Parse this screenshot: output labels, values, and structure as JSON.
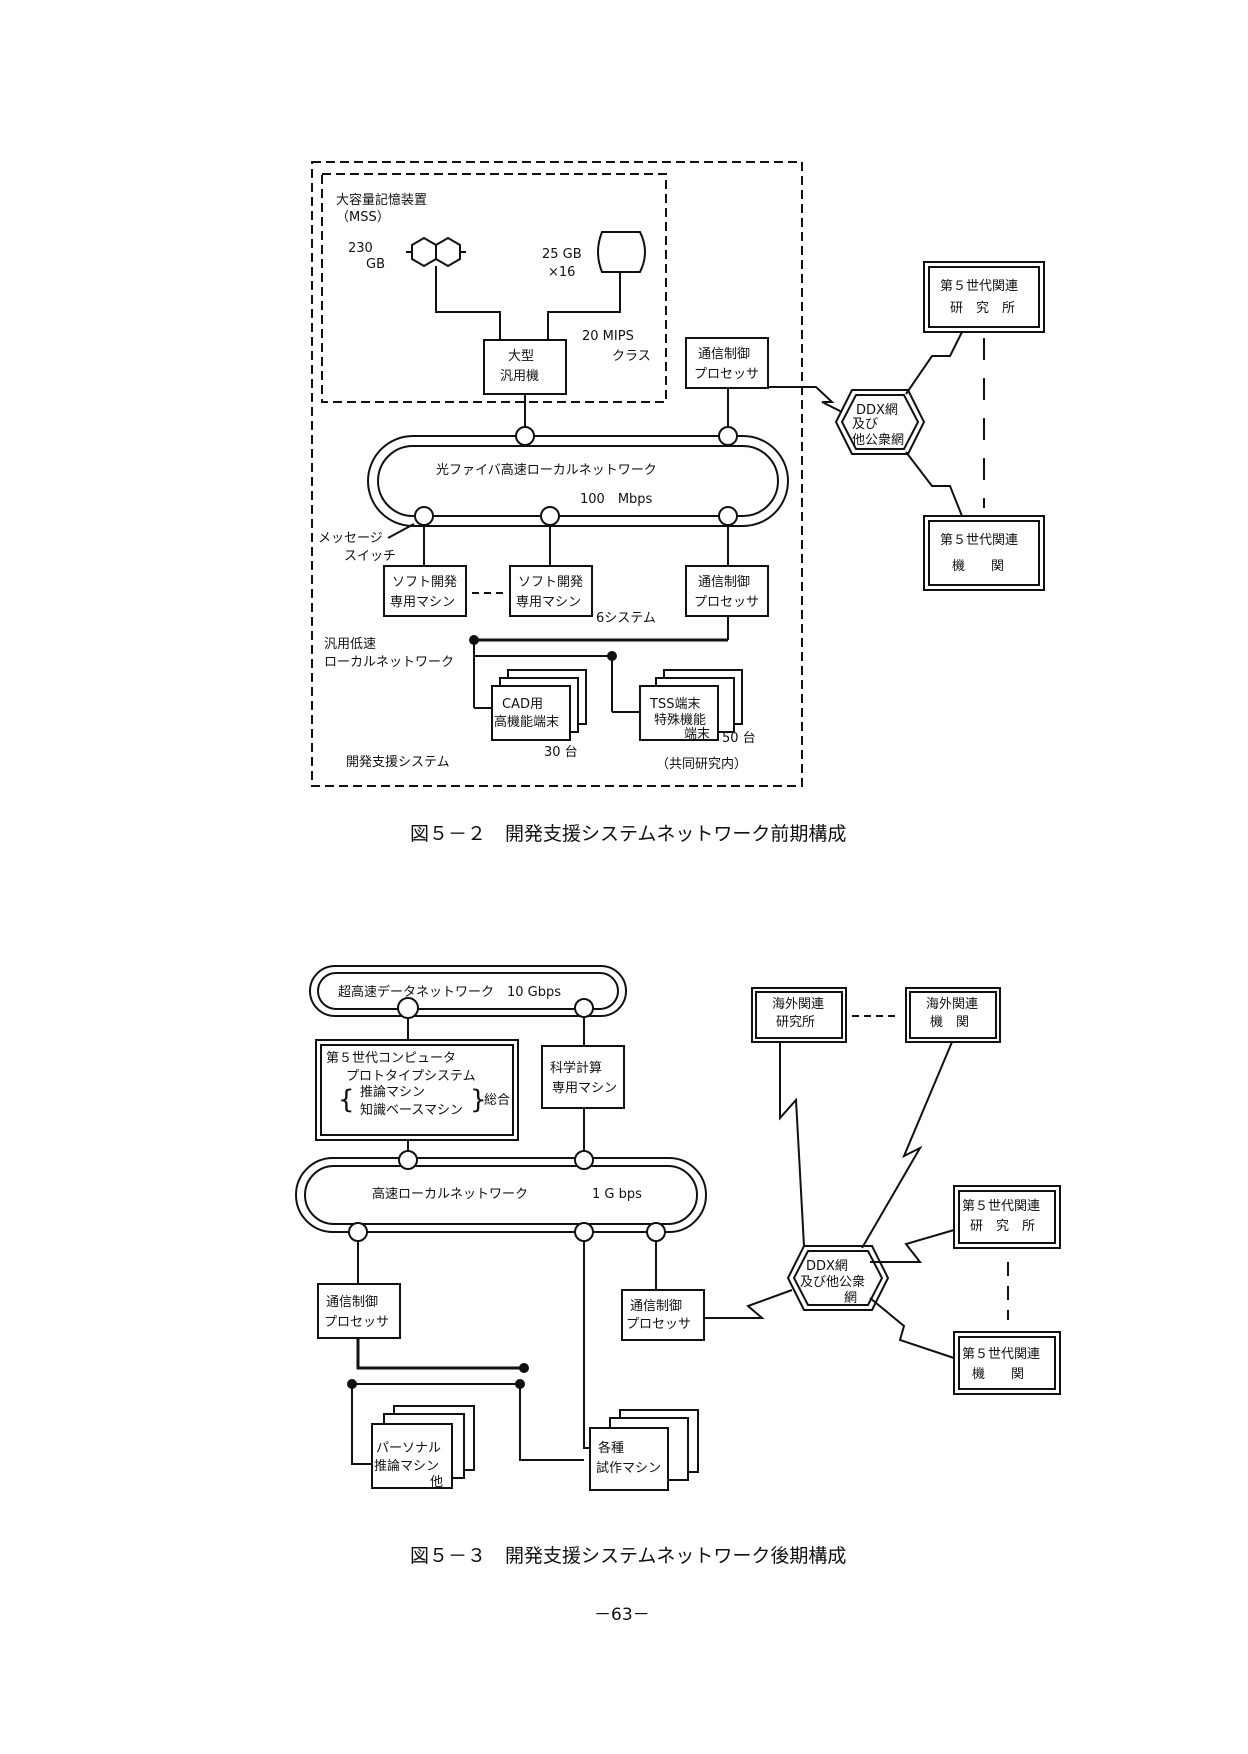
{
  "fig1": {
    "mss_title": "大容量記憶装置",
    "mss_sub": "（MSS）",
    "cap1_a": "230",
    "cap1_b": "GB",
    "cap2_a": "25 GB",
    "cap2_b": "×16",
    "mainframe_1": "大型",
    "mainframe_2": "汎用機",
    "mips_1": "20 MIPS",
    "mips_2": "クラス",
    "comm1_1": "通信制御",
    "comm1_2": "プロセッサ",
    "ring_label": "光ファイバ高速ローカルネットワーク",
    "ring_speed": "100　Mbps",
    "msg_switch_1": "メッセージ",
    "msg_switch_2": "スイッチ",
    "soft1_1": "ソフト開発",
    "soft1_2": "専用マシン",
    "soft2_1": "ソフト開発",
    "soft2_2": "専用マシン",
    "systems": "6システム",
    "comm2_1": "通信制御",
    "comm2_2": "プロセッサ",
    "lowspeed_1": "汎用低速",
    "lowspeed_2": "ローカルネットワーク",
    "cad_1": "CAD用",
    "cad_2": "高機能端末",
    "cad_count": "30 台",
    "tss_1": "TSS端末",
    "tss_2": "特殊機能",
    "tss_3": "端末",
    "tss_count": "50 台",
    "system_label": "開発支援システム",
    "joint": "（共同研究内）",
    "ddx_1": "DDX網",
    "ddx_2": "及び",
    "ddx_3": "他公衆網",
    "lab_1": "第５世代関連",
    "lab_2": "研　究　所",
    "org_1": "第５世代関連",
    "org_2": "機　　関"
  },
  "caption1": "図５－２　開発支援システムネットワーク前期構成",
  "fig2": {
    "superfast": "超高速データネットワーク　10 Gbps",
    "gen5_1": "第５世代コンピュータ",
    "gen5_2": "プロトタイプシステム",
    "gen5_3": "推論マシン",
    "gen5_4": "知識ベースマシン",
    "gen5_5": "総合",
    "sci_1": "科学計算",
    "sci_2": "専用マシン",
    "ring_label": "高速ローカルネットワーク",
    "ring_speed": "1 G bps",
    "comm_l_1": "通信制御",
    "comm_l_2": "プロセッサ",
    "comm_r_1": "通信制御",
    "comm_r_2": "プロセッサ",
    "pc_1": "パーソナル",
    "pc_2": "推論マシン",
    "pc_3": "他",
    "proto_1": "各種",
    "proto_2": "試作マシン",
    "overseas_lab_1": "海外関連",
    "overseas_lab_2": "研究所",
    "overseas_org_1": "海外関連",
    "overseas_org_2": "機　関",
    "ddx_1": "DDX網",
    "ddx_2": "及び他公衆",
    "ddx_3": "網",
    "lab_1": "第５世代関連",
    "lab_2": "研　究　所",
    "org_1": "第５世代関連",
    "org_2": "機　　関"
  },
  "caption2": "図５－３　開発支援システムネットワーク後期構成",
  "page_number": "－63－"
}
